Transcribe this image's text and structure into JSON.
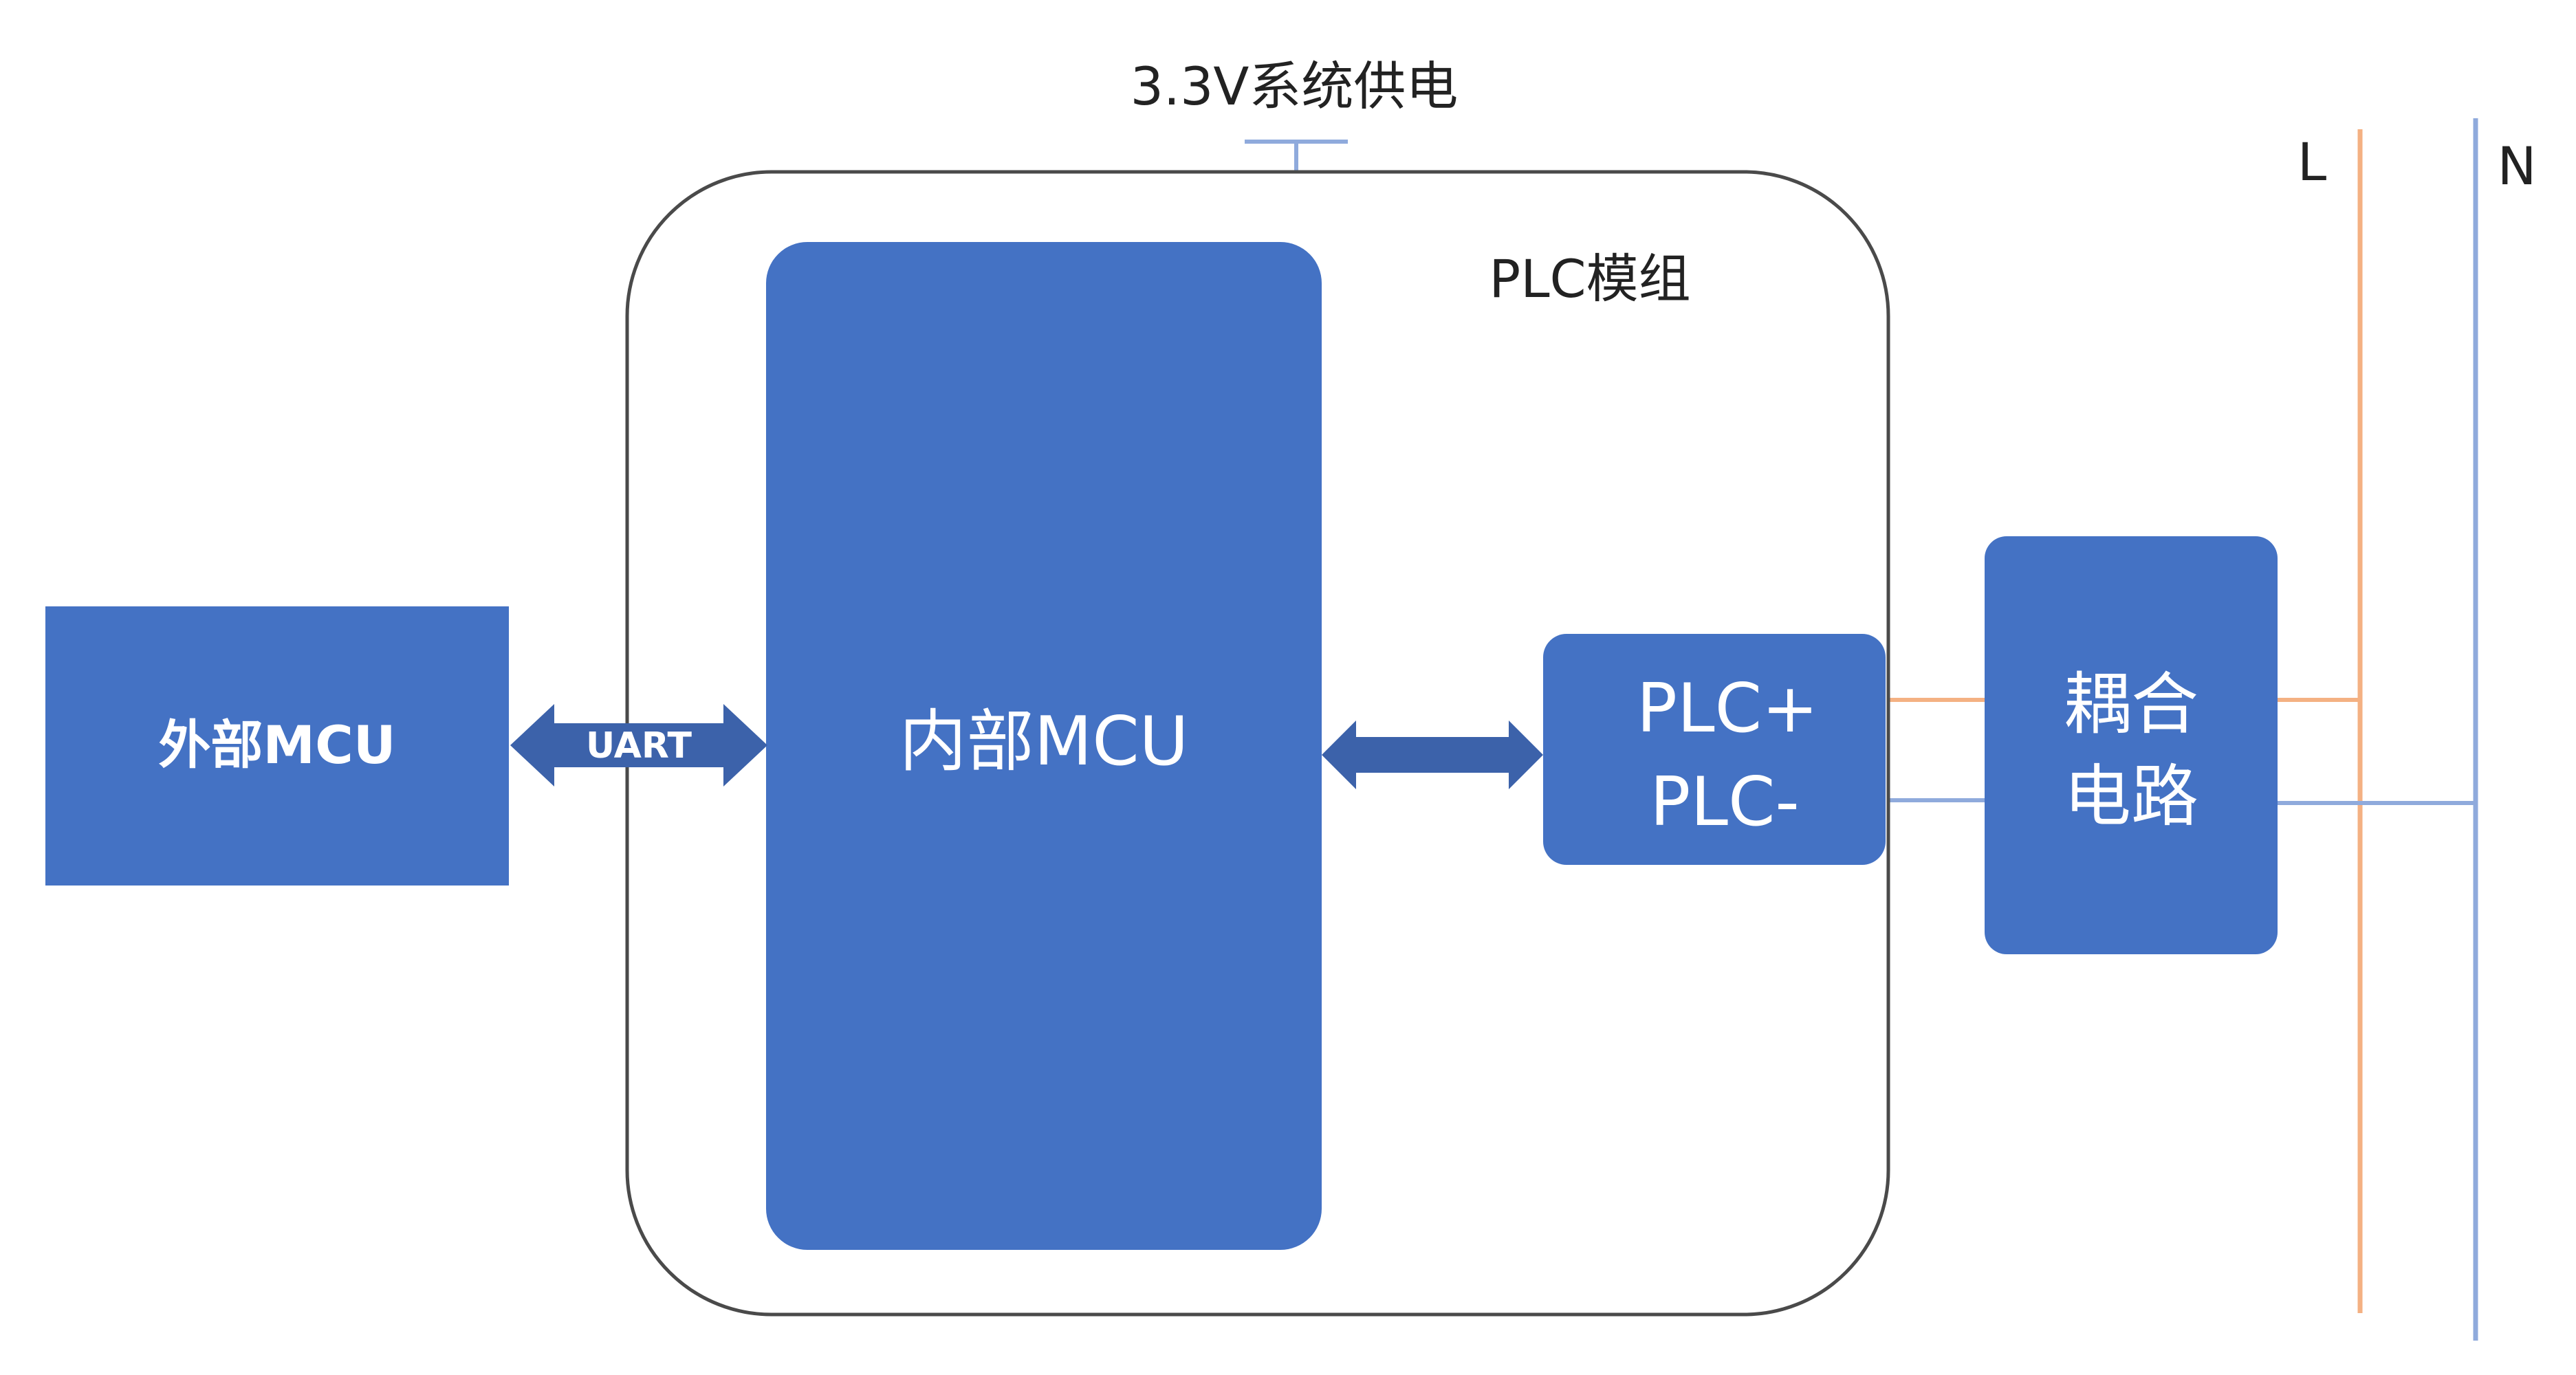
{
  "power_label": "3.3V系统供电",
  "module_label": "PLC模组",
  "external_mcu": "外部MCU",
  "uart_label": "UART",
  "internal_mcu": "内部MCU",
  "plc_plus": "PLC+",
  "plc_minus": "PLC-",
  "coupling_line1": "耦合",
  "coupling_line2": "电路",
  "line_L": "L",
  "line_N": "N",
  "colors": {
    "block_fill": "#4472C4",
    "arrow_fill": "#3C62AA",
    "module_border": "#4A4A4A",
    "orange_line": "#F4B183",
    "blue_line": "#8FAADC",
    "text_dark": "#222222",
    "text_light": "#FFFFFF"
  }
}
